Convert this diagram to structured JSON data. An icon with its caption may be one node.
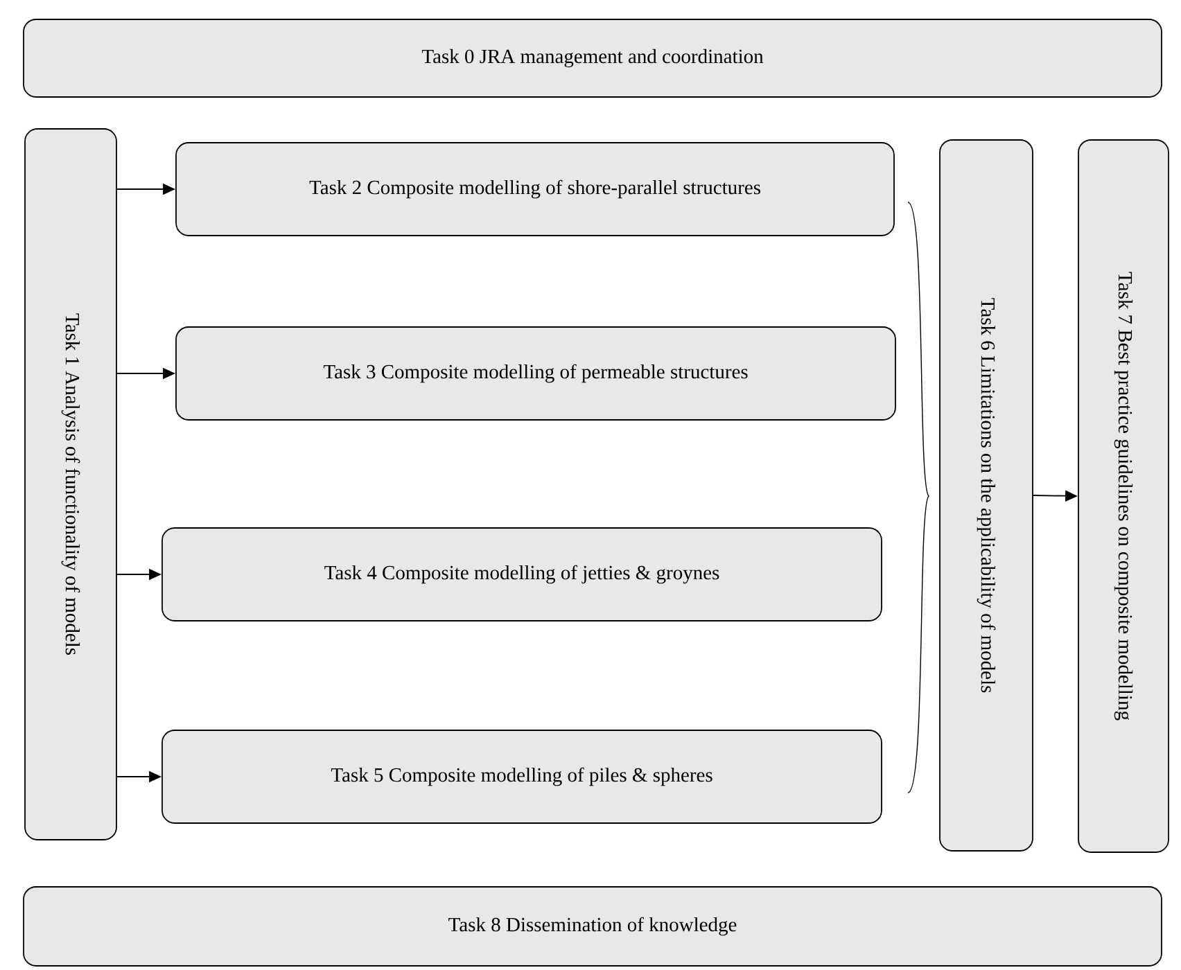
{
  "diagram": {
    "nodes": [
      {
        "text": [
          "Task 0 JRA management and coordination"
        ]
      },
      {
        "text": [
          "Task 1 Analysis of functionality of models"
        ]
      },
      {
        "text": [
          "Task 2 Composite modelling of shore-parallel structures"
        ]
      },
      {
        "text": [
          "Task 3 Composite modelling of permeable structures"
        ]
      },
      {
        "text": [
          "Task 4 Composite modelling of jetties & groynes"
        ]
      },
      {
        "text": [
          "Task 5 Composite modelling of piles & spheres"
        ]
      },
      {
        "text": [
          "Task 6 Limitations on the applicability of models"
        ]
      },
      {
        "text": [
          "Task 7 Best practice guidelines on composite modelling"
        ]
      },
      {
        "text": [
          "Task 8 Dissemination of knowledge"
        ]
      }
    ],
    "edges": [
      {
        "from": 1,
        "to": 2,
        "arrow": "to"
      },
      {
        "from": 1,
        "to": 3,
        "arrow": "to"
      },
      {
        "from": 1,
        "to": 4,
        "arrow": "to"
      },
      {
        "from": 1,
        "to": 5,
        "arrow": "to"
      },
      {
        "from": 6,
        "to": 7,
        "arrow": "to"
      }
    ]
  }
}
